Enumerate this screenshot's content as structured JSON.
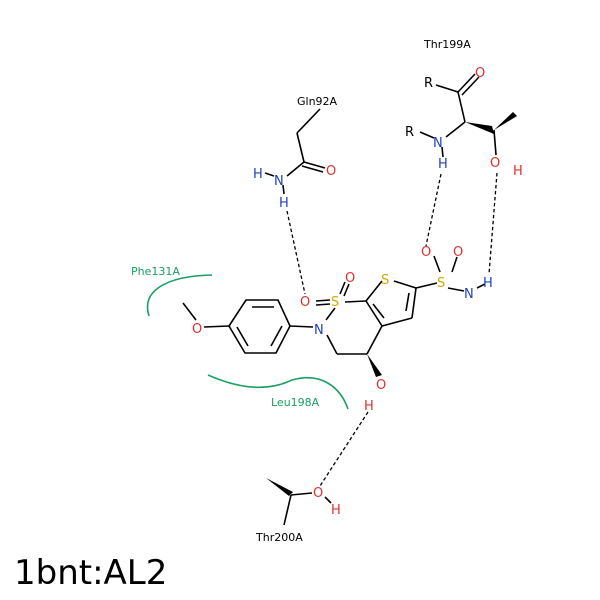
{
  "title": "1bnt:AL2",
  "residues": {
    "thr199": "Thr199A",
    "gln92": "Gln92A",
    "thr200": "Thr200A"
  },
  "hydrophobic": {
    "phe131": "Phe131A",
    "leu198": "Leu198A"
  },
  "atoms": {
    "R": "R",
    "O": "O",
    "N": "N",
    "H": "H",
    "S": "S"
  },
  "colors": {
    "oxygen": "#e03030",
    "nitrogen": "#2040c0",
    "sulfur": "#d4a800",
    "hydrophobic": "#1aa062",
    "bond": "#000000"
  }
}
